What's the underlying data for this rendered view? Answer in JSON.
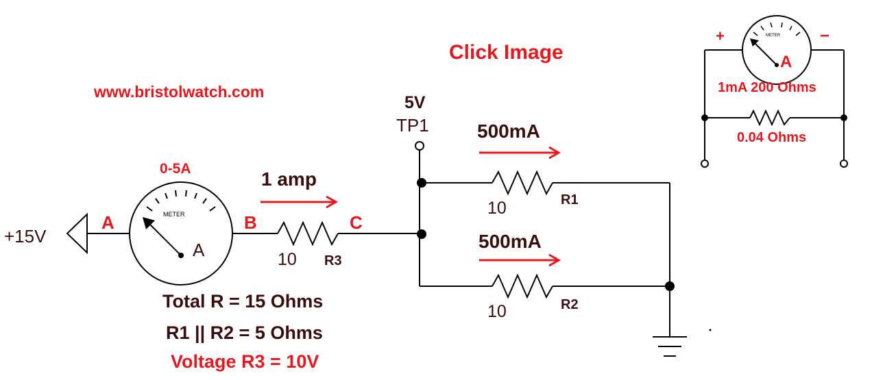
{
  "title": "Click Image",
  "website": "www.bristolwatch.com",
  "source": {
    "label": "+15V"
  },
  "nodes": {
    "a": "A",
    "b": "B",
    "c": "C"
  },
  "meter_main": {
    "range": "0-5A",
    "face_label": "METER",
    "unit": "A"
  },
  "current_total": "1 amp",
  "testpoint": {
    "voltage": "5V",
    "name": "TP1"
  },
  "r1": {
    "value": "10",
    "name": "R1",
    "current": "500mA"
  },
  "r2": {
    "value": "10",
    "name": "R2",
    "current": "500mA"
  },
  "r3": {
    "value": "10",
    "name": "R3"
  },
  "notes": {
    "total_r": "Total R = 15 Ohms",
    "parallel": "R1 || R2 = 5 Ohms",
    "voltage_r3": "Voltage R3 = 10V"
  },
  "inset": {
    "plus": "+",
    "minus": "−",
    "face_label": "METER",
    "unit": "A",
    "meter_spec": "1mA 200 Ohms",
    "shunt": "0.04 Ohms"
  },
  "colors": {
    "label_red": "#e8171e",
    "label_dark": "#3a0d0d",
    "wire": "#000000"
  }
}
